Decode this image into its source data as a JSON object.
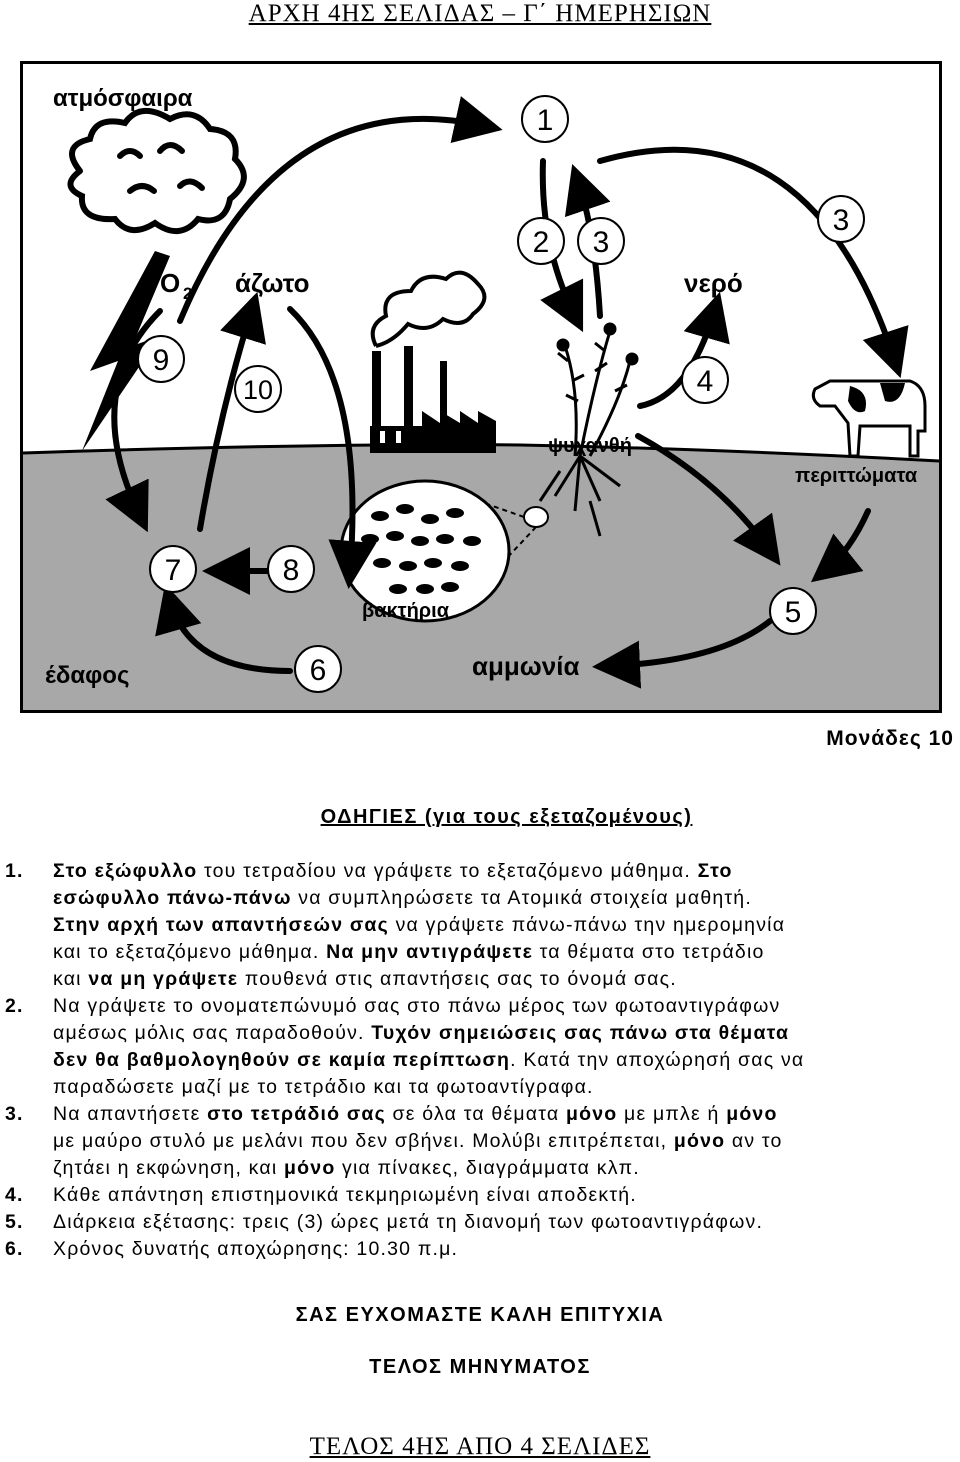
{
  "header": "ΑΡΧΗ 4ΗΣ ΣΕΛΙΔΑΣ – Γ΄ ΗΜΕΡΗΣΙΩΝ",
  "diagram": {
    "labels": {
      "atmosphere": "ατμόσφαιρα",
      "o2": "O",
      "o2_sub": "2",
      "nitrogen": "άζωτο",
      "water": "νερό",
      "plant": "ψυχανθή",
      "excreta": "περιττώματα",
      "bacteria": "βακτήρια",
      "soil": "έδαφος",
      "ammonia": "αμμωνία"
    },
    "numbers": [
      "1",
      "2",
      "3",
      "3",
      "4",
      "5",
      "6",
      "7",
      "8",
      "9",
      "10"
    ]
  },
  "marks": "Μονάδες 10",
  "instructions": {
    "title": "ΟΔΗΓΙΕΣ (για τους εξεταζομένους)",
    "items": [
      {
        "num": "1.",
        "lines": [
          [
            {
              "b": "Στο εξώφυλλο"
            },
            {
              "t": " του τετραδίου να γράψετε το εξεταζόμενο μάθημα. "
            },
            {
              "b": "Στο"
            }
          ],
          [
            {
              "b": "εσώφυλλο πάνω-πάνω"
            },
            {
              "t": " να συμπληρώσετε τα Ατομικά στοιχεία μαθητή."
            }
          ],
          [
            {
              "b": "Στην αρχή των απαντήσεών σας"
            },
            {
              "t": " να γράψετε πάνω-πάνω την ημερομηνία"
            }
          ],
          [
            {
              "t": "και το εξεταζόμενο μάθημα. "
            },
            {
              "b": "Να μην αντιγράψετε"
            },
            {
              "t": " τα θέματα στο τετράδιο"
            }
          ],
          [
            {
              "t": "και "
            },
            {
              "b": "να μη γράψετε"
            },
            {
              "t": " πουθενά στις απαντήσεις σας το όνομά σας."
            }
          ]
        ]
      },
      {
        "num": "2.",
        "lines": [
          [
            {
              "t": "Να γράψετε το ονοματεπώνυμό σας στο πάνω μέρος των φωτοαντιγράφων"
            }
          ],
          [
            {
              "t": "αμέσως μόλις σας παραδοθούν. "
            },
            {
              "b": "Τυχόν σημειώσεις σας πάνω στα θέματα"
            }
          ],
          [
            {
              "b": "δεν θα βαθμολογηθούν σε καμία περίπτωση"
            },
            {
              "t": ". Κατά την αποχώρησή σας να"
            }
          ],
          [
            {
              "t": "παραδώσετε μαζί με το τετράδιο και τα φωτοαντίγραφα."
            }
          ]
        ]
      },
      {
        "num": "3.",
        "lines": [
          [
            {
              "t": "Να απαντήσετε "
            },
            {
              "b": "στο τετράδιό σας"
            },
            {
              "t": " σε όλα τα θέματα "
            },
            {
              "b": "μόνο"
            },
            {
              "t": " με μπλε ή "
            },
            {
              "b": "μόνο"
            }
          ],
          [
            {
              "t": "με μαύρο στυλό με μελάνι που δεν σβήνει. Μολύβι επιτρέπεται, "
            },
            {
              "b": "μόνο"
            },
            {
              "t": " αν το"
            }
          ],
          [
            {
              "t": "ζητάει η εκφώνηση, και "
            },
            {
              "b": "μόνο"
            },
            {
              "t": " για πίνακες, διαγράμματα κλπ."
            }
          ]
        ]
      },
      {
        "num": "4.",
        "lines": [
          [
            {
              "t": "Κάθε απάντηση επιστημονικά τεκμηριωμένη είναι αποδεκτή."
            }
          ]
        ]
      },
      {
        "num": "5.",
        "lines": [
          [
            {
              "t": "Διάρκεια εξέτασης: τρεις (3) ώρες μετά τη διανομή των φωτοαντιγράφων."
            }
          ]
        ]
      },
      {
        "num": "6.",
        "lines": [
          [
            {
              "t": "Χρόνος δυνατής αποχώρησης: 10.30 π.μ."
            }
          ]
        ]
      }
    ]
  },
  "wishes": "ΣΑΣ ΕΥΧΟΜΑΣΤΕ ΚΑΛΗ ΕΠΙΤΥΧΙΑ",
  "end_message": "ΤΕΛΟΣ ΜΗΝΥΜΑΤΟΣ",
  "footer": "ΤΕΛΟΣ 4ΗΣ ΑΠΟ 4 ΣΕΛΙΔΕΣ"
}
